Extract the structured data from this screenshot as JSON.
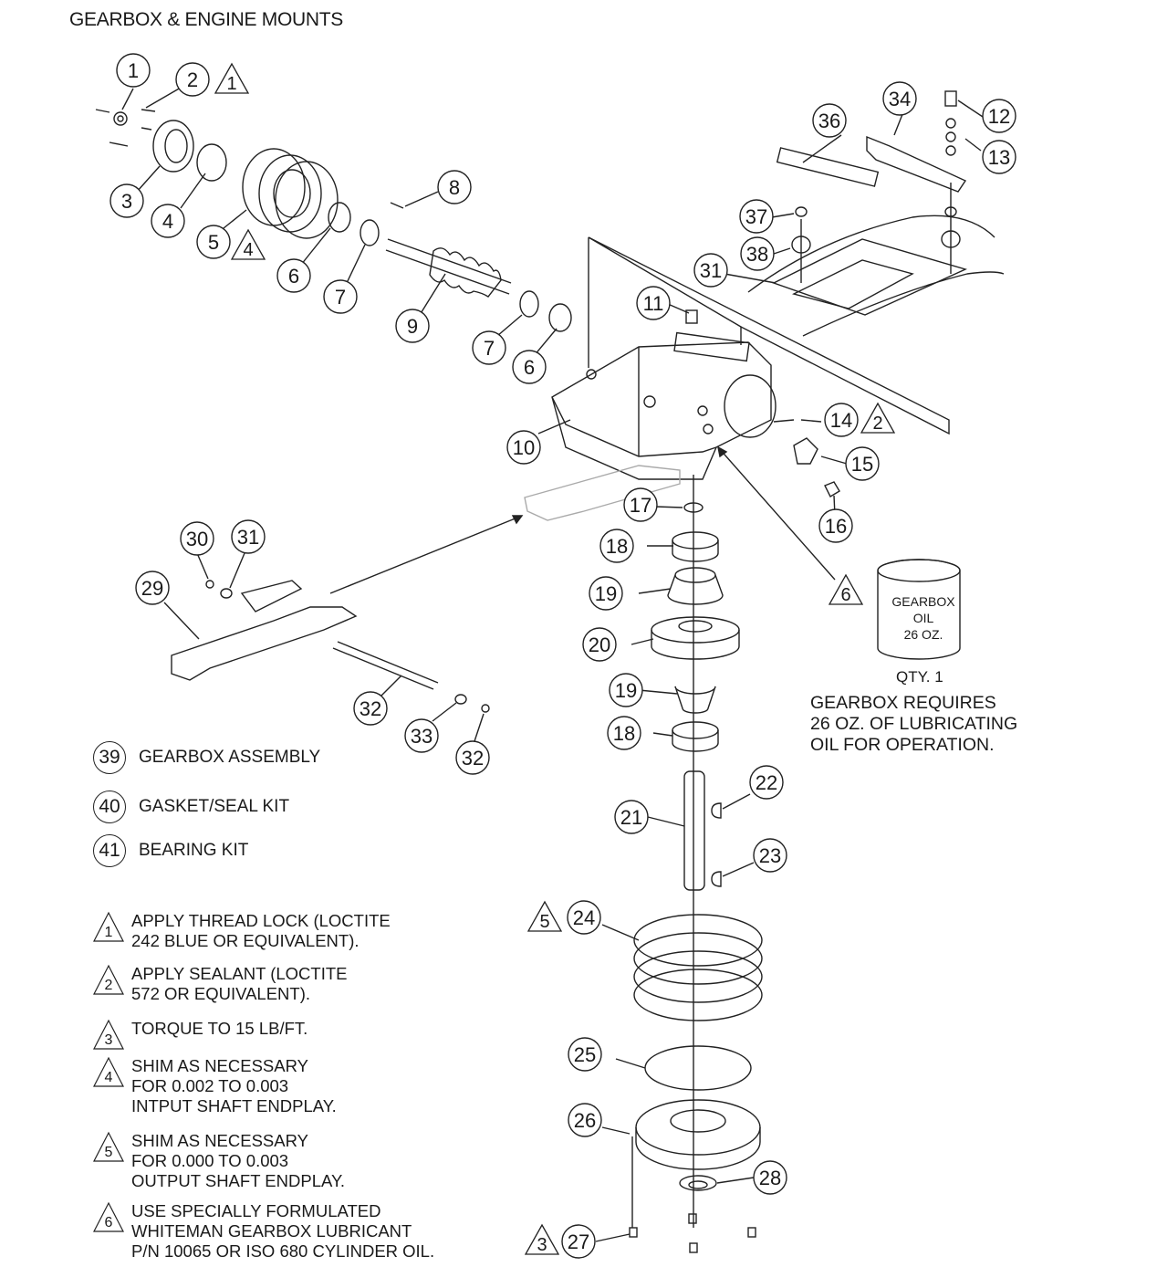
{
  "title": "GEARBOX & ENGINE MOUNTS",
  "callouts": [
    "1",
    "2",
    "3",
    "4",
    "5",
    "6",
    "7",
    "8",
    "9",
    "7",
    "6",
    "10",
    "11",
    "12",
    "13",
    "14",
    "15",
    "16",
    "17",
    "18",
    "19",
    "20",
    "19",
    "18",
    "21",
    "22",
    "23",
    "24",
    "25",
    "26",
    "27",
    "28",
    "29",
    "30",
    "31",
    "32",
    "33",
    "32",
    "31",
    "34",
    "36",
    "37",
    "38"
  ],
  "triangle_flags": [
    "1",
    "4",
    "2",
    "6",
    "5",
    "3"
  ],
  "kits": [
    {
      "num": "39",
      "label": "GEARBOX ASSEMBLY"
    },
    {
      "num": "40",
      "label": "GASKET/SEAL KIT"
    },
    {
      "num": "41",
      "label": "BEARING KIT"
    }
  ],
  "notes": [
    {
      "num": "1",
      "text": "APPLY THREAD LOCK (LOCTITE\n242 BLUE OR EQUIVALENT)."
    },
    {
      "num": "2",
      "text": "APPLY SEALANT (LOCTITE\n572 OR EQUIVALENT)."
    },
    {
      "num": "3",
      "text": "TORQUE TO 15 LB/FT."
    },
    {
      "num": "4",
      "text": "SHIM AS NECESSARY\nFOR 0.002 TO 0.003\nINTPUT SHAFT ENDPLAY."
    },
    {
      "num": "5",
      "text": "SHIM AS NECESSARY\nFOR 0.000 TO 0.003\nOUTPUT SHAFT ENDPLAY."
    },
    {
      "num": "6",
      "text": "USE SPECIALLY FORMULATED\nWHITEMAN GEARBOX LUBRICANT\nP/N 10065 OR ISO 680 CYLINDER OIL."
    }
  ],
  "oil": {
    "can_label": "GEARBOX\nOIL\n26 OZ.",
    "qty": "QTY. 1",
    "requirement": "GEARBOX REQUIRES\n26 OZ. OF LUBRICATING\nOIL FOR OPERATION."
  }
}
